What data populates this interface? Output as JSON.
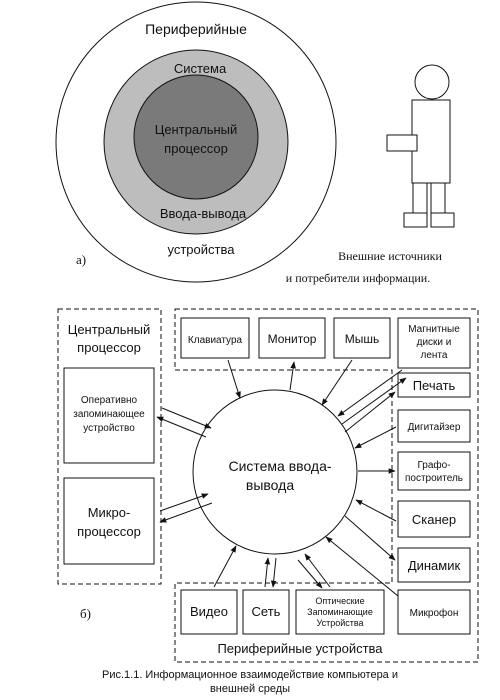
{
  "figure_a": {
    "label": "а)",
    "outer_label": "Периферийные",
    "middle_label_top": "Система",
    "middle_label_bottom": "Ввода-вывода",
    "inner_label_1": "Центральный",
    "inner_label_2": "процессор",
    "devices_label": "устройства",
    "caption_line1": "Внешние источники",
    "caption_line2": "и потребители  информации.",
    "colors": {
      "middle_ring": "#bdbdbd",
      "inner_circle": "#7a7a7a"
    }
  },
  "figure_b": {
    "label": "б)",
    "center_line1": "Система ввода-",
    "center_line2": "вывода",
    "cpu_title_1": "Центральный",
    "cpu_title_2": "процессор",
    "ram_1": "Оперативно",
    "ram_2": "запоминающее",
    "ram_3": "устройство",
    "micro_1": "Микро-",
    "micro_2": "процессор",
    "top_devices": [
      "Клавиатура",
      "Монитор",
      "Мышь"
    ],
    "magnetic_1": "Магнитные",
    "magnetic_2": "диски и",
    "magnetic_3": "лента",
    "printer": "Печать",
    "digitizer": "Дигитайзер",
    "plotter_1": "Графо-",
    "plotter_2": "построитель",
    "scanner": "Сканер",
    "speaker": "Динамик",
    "microphone": "Микрофон",
    "video": "Видео",
    "network": "Сеть",
    "optical_1": "Оптические",
    "optical_2": "Запоминающие",
    "optical_3": "Устройства",
    "peripheral_title": "Периферийные устройства"
  },
  "caption": {
    "line1": "Рис.1.1. Информационное  взаимодействие  компьютера  и",
    "line2": "внешней  среды"
  }
}
